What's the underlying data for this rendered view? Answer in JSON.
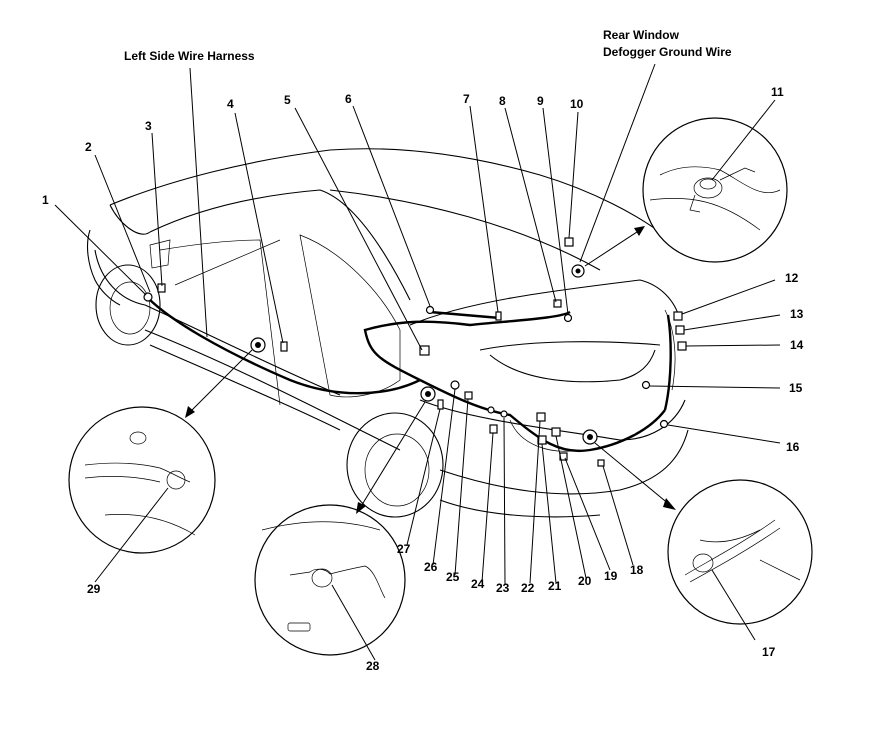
{
  "labels": {
    "left_side_wire_harness": "Left Side Wire Harness",
    "rear_window_line1": "Rear Window",
    "rear_window_line2": "Defogger Ground Wire"
  },
  "callouts": [
    "1",
    "2",
    "3",
    "4",
    "5",
    "6",
    "7",
    "8",
    "9",
    "10",
    "11",
    "12",
    "13",
    "14",
    "15",
    "16",
    "17",
    "18",
    "19",
    "20",
    "21",
    "22",
    "23",
    "24",
    "25",
    "26",
    "27",
    "28",
    "29"
  ]
}
